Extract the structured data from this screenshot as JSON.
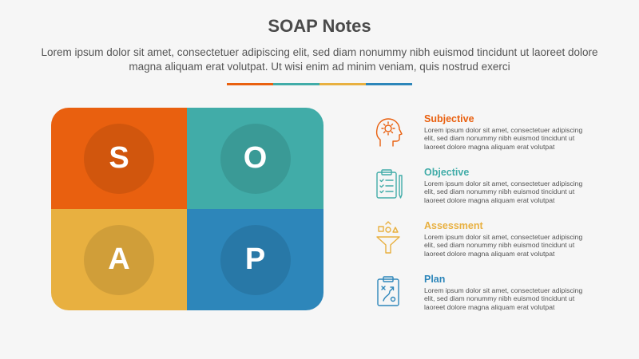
{
  "header": {
    "title": "SOAP Notes",
    "subtitle": "Lorem ipsum dolor sit amet, consectetuer adipiscing elit, sed diam nonummy nibh euismod tincidunt ut laoreet dolore magna aliquam erat volutpat. Ut wisi enim ad minim veniam, quis nostrud exerci"
  },
  "colors": {
    "s": "#e9600f",
    "o": "#41aca8",
    "a": "#e8b040",
    "p": "#2d86ba",
    "text": "#4a4a4a"
  },
  "grid": {
    "cells": [
      {
        "letter": "S",
        "color": "#e9600f"
      },
      {
        "letter": "O",
        "color": "#41aca8"
      },
      {
        "letter": "A",
        "color": "#e8b040"
      },
      {
        "letter": "P",
        "color": "#2d86ba"
      }
    ]
  },
  "items": [
    {
      "title": "Subjective",
      "color": "#e9600f",
      "icon": "head-gear-icon",
      "text": "Lorem ipsum dolor sit amet, consectetuer adipiscing elit, sed diam nonummy nibh euismod tincidunt ut laoreet dolore magna aliquam erat volutpat"
    },
    {
      "title": "Objective",
      "color": "#41aca8",
      "icon": "clipboard-checklist-icon",
      "text": "Lorem ipsum dolor sit amet, consectetuer adipiscing elit, sed diam nonummy nibh euismod tincidunt ut laoreet dolore magna aliquam erat volutpat"
    },
    {
      "title": "Assessment",
      "color": "#e8b040",
      "icon": "funnel-icon",
      "text": "Lorem ipsum dolor sit amet, consectetuer adipiscing elit, sed diam nonummy nibh euismod tincidunt ut laoreet dolore magna aliquam erat volutpat"
    },
    {
      "title": "Plan",
      "color": "#2d86ba",
      "icon": "strategy-board-icon",
      "text": "Lorem ipsum dolor sit amet, consectetuer adipiscing elit, sed diam nonummy nibh euismod tincidunt ut laoreet dolore magna aliquam erat volutpat"
    }
  ]
}
